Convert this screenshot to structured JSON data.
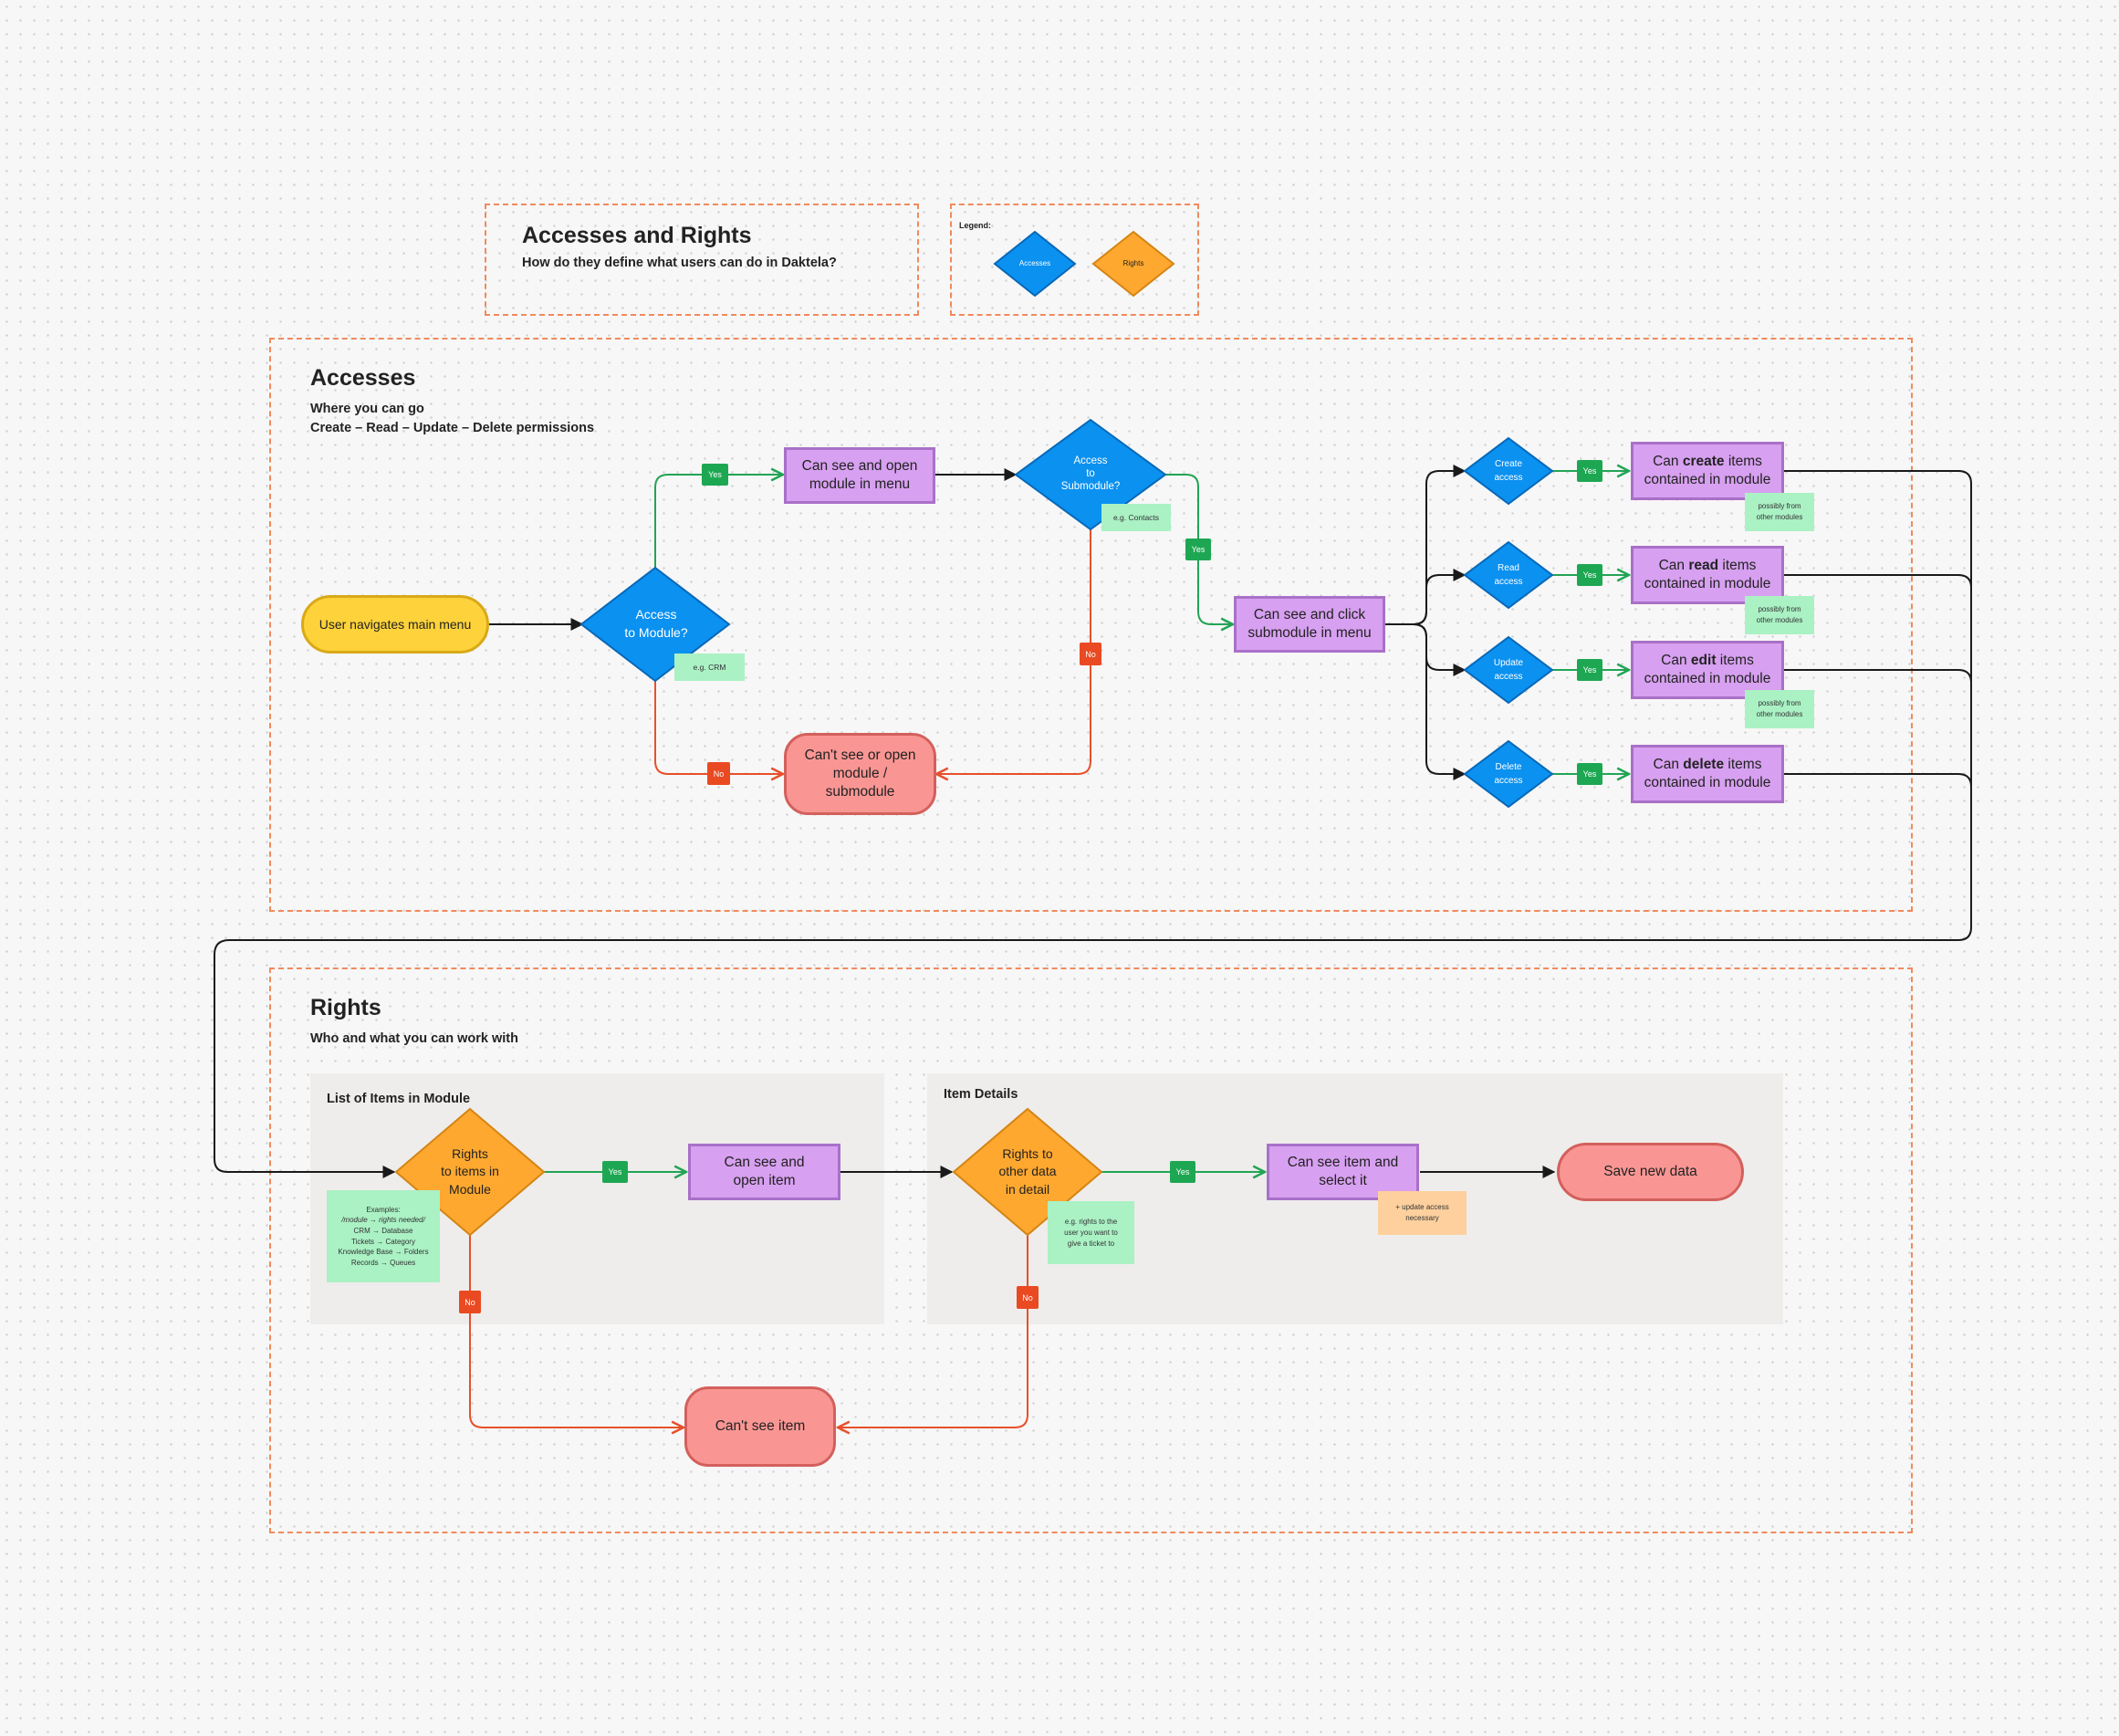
{
  "header": {
    "title": "Accesses and Rights",
    "subtitle": "How do they  define what users can do in Daktela?"
  },
  "legend": {
    "label": "Legend:",
    "accesses": "Accesses",
    "rights": "Rights"
  },
  "accesses": {
    "title": "Accesses",
    "line1": "Where you can go",
    "line2": "Create – Read – Update – Delete permissions",
    "start": "User navigates main menu",
    "module_q": [
      "Access",
      "to Module?"
    ],
    "module_note": "e.g. CRM",
    "open_menu": [
      "Can see and open",
      "module in menu"
    ],
    "submodule_q": [
      "Access",
      "to",
      "Submodule?"
    ],
    "submodule_note": "e.g. Contacts",
    "cant_open": [
      "Can't see or open",
      "module /",
      "submodule"
    ],
    "click_sub": [
      "Can see and click",
      "submodule in menu"
    ],
    "crud": [
      {
        "q": [
          "Create",
          "access"
        ],
        "pre": "Can ",
        "verb": "create",
        "post": " items",
        "line2": "contained in module",
        "note": [
          "possibly from",
          "other modules"
        ]
      },
      {
        "q": [
          "Read",
          "access"
        ],
        "pre": "Can ",
        "verb": "read",
        "post": " items",
        "line2": "contained in module",
        "note": [
          "possibly from",
          "other modules"
        ]
      },
      {
        "q": [
          "Update",
          "access"
        ],
        "pre": "Can ",
        "verb": "edit",
        "post": " items",
        "line2": "contained in module",
        "note": [
          "possibly from",
          "other modules"
        ]
      },
      {
        "q": [
          "Delete",
          "access"
        ],
        "pre": "Can ",
        "verb": "delete",
        "post": " items",
        "line2": "contained in module",
        "note": null
      }
    ]
  },
  "rights": {
    "title": "Rights",
    "line1": "Who and what you can work with",
    "list_title": "List of Items in Module",
    "detail_title": "Item Details",
    "items_q": [
      "Rights",
      "to items in",
      "Module"
    ],
    "items_note": [
      "Examples:",
      "/module → rights needed/",
      "CRM → Database",
      "Tickets → Category",
      "Knowledge Base → Folders",
      "Records → Queues"
    ],
    "open_item": [
      "Can see and",
      "open item"
    ],
    "detail_q": [
      "Rights to",
      "other data",
      "in detail"
    ],
    "detail_note": [
      "e.g. rights to the",
      "user you want to",
      "give a ticket to"
    ],
    "select_item": [
      "Can see item and",
      "select it"
    ],
    "select_note": [
      "+ update access",
      "necessary"
    ],
    "save": "Save new data",
    "cant_see": "Can't see item"
  },
  "labels": {
    "yes": "Yes",
    "no": "No"
  },
  "colors": {
    "accent_orange": "#f08a5d",
    "access_blue": "#0b91f0",
    "rights_orange": "#fea82f",
    "process_purple": "#d7a0f0",
    "end_red": "#f99693",
    "start_yellow": "#fdd23a",
    "yes_green": "#1ea752",
    "no_red": "#ea4a22"
  }
}
